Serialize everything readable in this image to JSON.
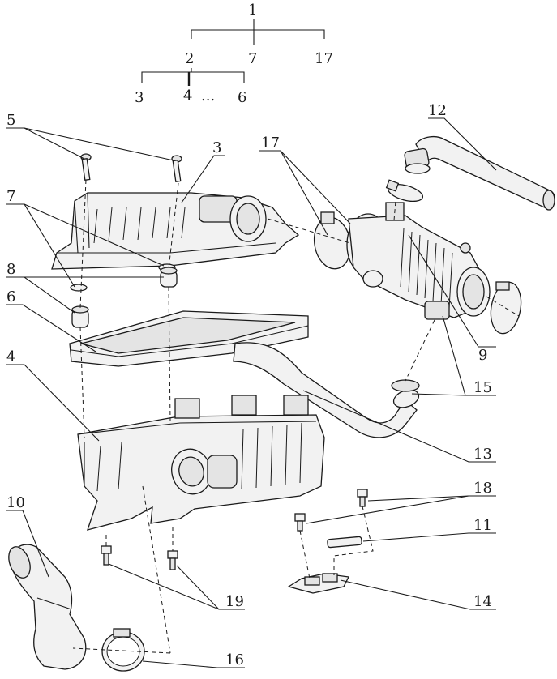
{
  "tree": {
    "root": "1",
    "level1": [
      "2",
      "7",
      "17"
    ],
    "level2": [
      "3",
      "4",
      "...",
      "6"
    ]
  },
  "callouts": [
    "5",
    "3",
    "17",
    "12",
    "7",
    "8",
    "6",
    "9",
    "15",
    "4",
    "13",
    "18",
    "11",
    "10",
    "19",
    "14",
    "16"
  ]
}
